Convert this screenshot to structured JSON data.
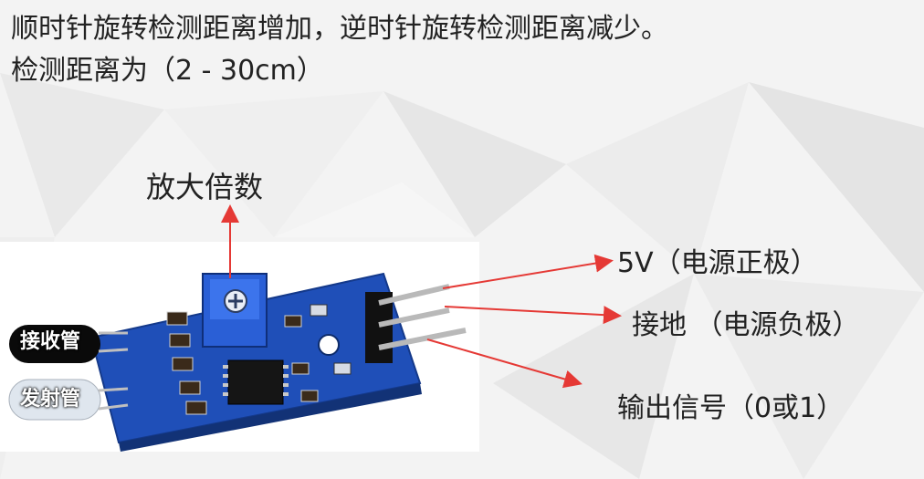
{
  "header": {
    "line1": "顺时针旋转检测距离增加，逆时针旋转检测距离减少。",
    "line2": "检测距离为（2 - 30cm）"
  },
  "annotations": {
    "gain": "放大倍数",
    "vcc": "5V（电源正极）",
    "gnd": "接地 （电源负极）",
    "out": "输出信号（0或1）",
    "receiver": "接收管",
    "emitter": "发射管"
  },
  "colors": {
    "arrow": "#e53935",
    "pcb": "#1f4fb8",
    "text": "#222222"
  }
}
